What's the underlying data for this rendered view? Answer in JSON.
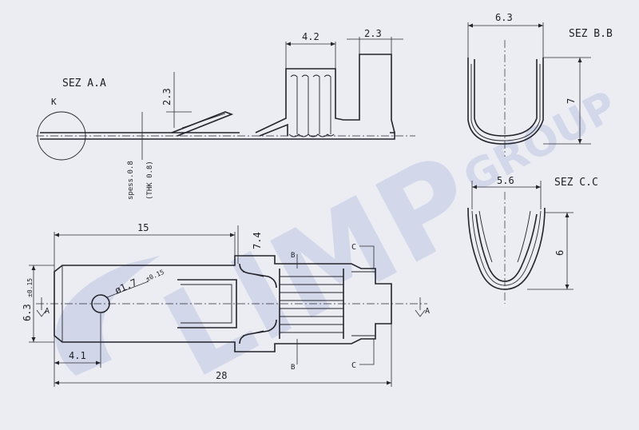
{
  "watermark": {
    "text_main": "LIMP",
    "text_sub": "GROUP",
    "color": "#c8cee6"
  },
  "sections": {
    "a_a": "SEZ A.A",
    "b_b": "SEZ B.B",
    "c_c": "SEZ C.C"
  },
  "detail_label": "K",
  "side_view": {
    "dim_4_2": "4.2",
    "dim_2_3_top": "2.3",
    "dim_2_3_left": "2.3",
    "thickness_label": "spess.0.8",
    "thickness_alt": "(THK 0.8)"
  },
  "section_b_b": {
    "width": "6.3",
    "height": "7"
  },
  "section_c_c": {
    "width": "5.6",
    "height": "6"
  },
  "top_view": {
    "dim_15": "15",
    "dim_7_4": "7.4",
    "dim_6_3": "6.3",
    "dim_6_3_tol": "±0.15",
    "dim_hole": "ø1.7",
    "dim_hole_tol": "±0.15",
    "dim_4_1": "4.1",
    "dim_28": "28",
    "cut_a_left": "A",
    "cut_a_right": "A",
    "cut_b_top": "B",
    "cut_b_bottom": "B",
    "cut_c_top": "C",
    "cut_c_bottom": "C"
  }
}
